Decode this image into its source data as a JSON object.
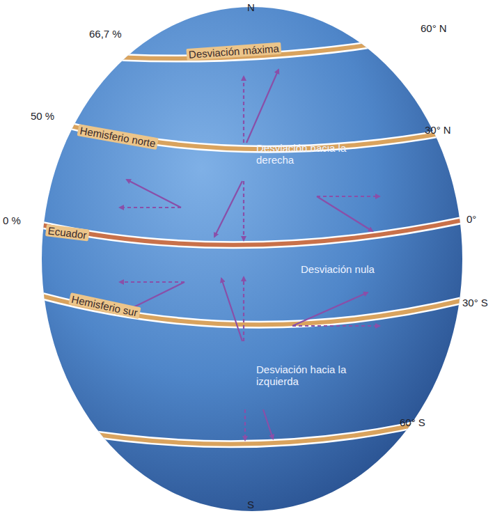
{
  "diagram": {
    "labels": [
      "N",
      "66,7 %",
      "60° N",
      "Desviación máxima",
      "50 %",
      "Hemisferio norte",
      "30° N",
      "Desviación hacia la derecha",
      "0 %",
      "Ecuador",
      "0°",
      "Desviación nula",
      "Hemisferio sur",
      "30° S",
      "Desviación hacia la izquierda",
      "60° S",
      "S"
    ]
  }
}
